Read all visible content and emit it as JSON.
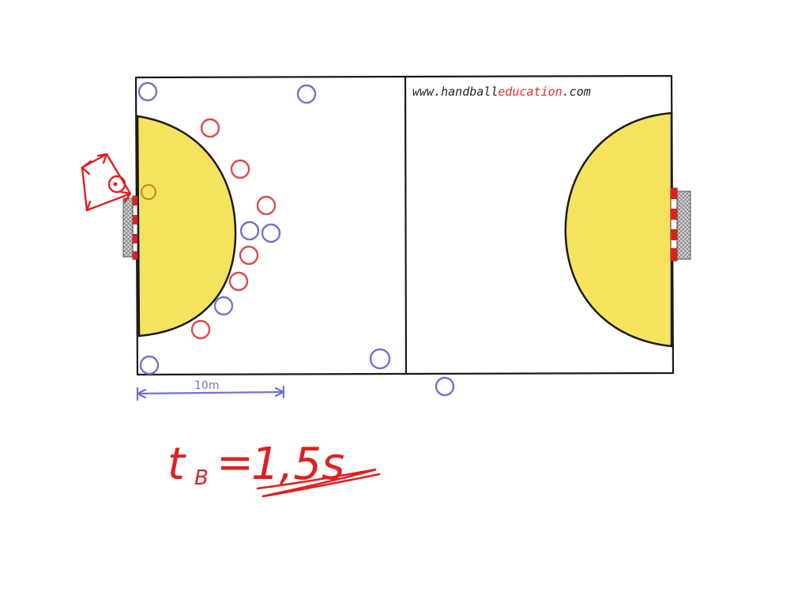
{
  "watermark": {
    "prefix": "www.handball",
    "highlight": "education",
    "suffix": ".com"
  },
  "dimension": {
    "label": "10m"
  },
  "formula": {
    "symbol": "t",
    "subscript": "B",
    "equals": "=",
    "value": "1,5s"
  },
  "teams": {
    "attack": {
      "color": "#7372cc"
    },
    "defense": {
      "color": "#d94b4b"
    }
  },
  "colors": {
    "goal_area": "#f5e35d",
    "line": "#1a1a1a",
    "annotation": "#e02020",
    "goal_post_red": "#e02020",
    "net": "#9a9a9a"
  },
  "icons": {
    "goalkeeper": "goalkeeper-arrow-icon",
    "ball": "ball-icon"
  }
}
